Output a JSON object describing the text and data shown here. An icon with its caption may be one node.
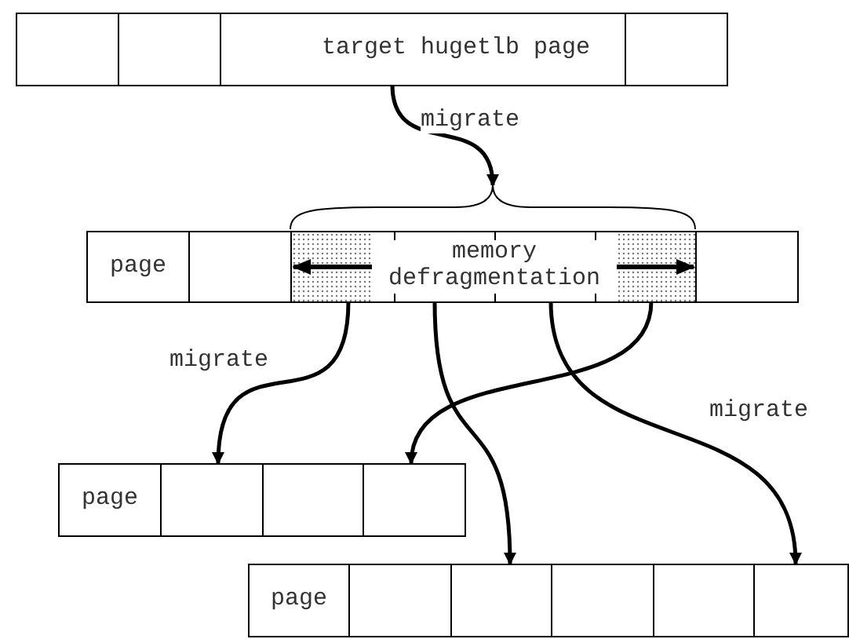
{
  "diagram": {
    "nodes": [
      {
        "text": [],
        "shape": "box"
      },
      {
        "text": [],
        "shape": "box"
      },
      {
        "text": [
          "target hugetlb page"
        ]
      },
      {
        "text": [],
        "shape": "box"
      },
      {
        "text": [],
        "shape": "brace"
      },
      {
        "text": [
          "page"
        ]
      },
      {
        "text": [],
        "shape": "box"
      },
      {
        "text": [],
        "shape": "box"
      },
      {
        "text": [
          "memory defragmentation"
        ],
        "in": 7
      },
      {
        "text": [],
        "shape": "box"
      },
      {
        "text": [
          "page"
        ]
      },
      {
        "text": [],
        "shape": "box"
      },
      {
        "text": [],
        "shape": "box"
      },
      {
        "text": [],
        "shape": "box"
      },
      {
        "text": [
          "page"
        ]
      },
      {
        "text": [],
        "shape": "box"
      },
      {
        "text": [],
        "shape": "box"
      },
      {
        "text": [],
        "shape": "box"
      },
      {
        "text": [],
        "shape": "box"
      },
      {
        "text": [],
        "shape": "box"
      }
    ],
    "edges": [
      {
        "from": 2,
        "to": 4,
        "arrow": "to",
        "label": "migrate"
      },
      {
        "from": 7,
        "to": 11,
        "arrow": "to",
        "label": "migrate"
      },
      {
        "from": 7,
        "to": 16,
        "arrow": "to"
      },
      {
        "from": 7,
        "to": 19,
        "arrow": "to",
        "label": "migrate"
      },
      {
        "from": 7,
        "to": 13,
        "arrow": "to"
      },
      {
        "from": 8,
        "to": 7,
        "arrow": "to"
      },
      {
        "from": 8,
        "to": 7,
        "arrow": "to"
      }
    ]
  }
}
